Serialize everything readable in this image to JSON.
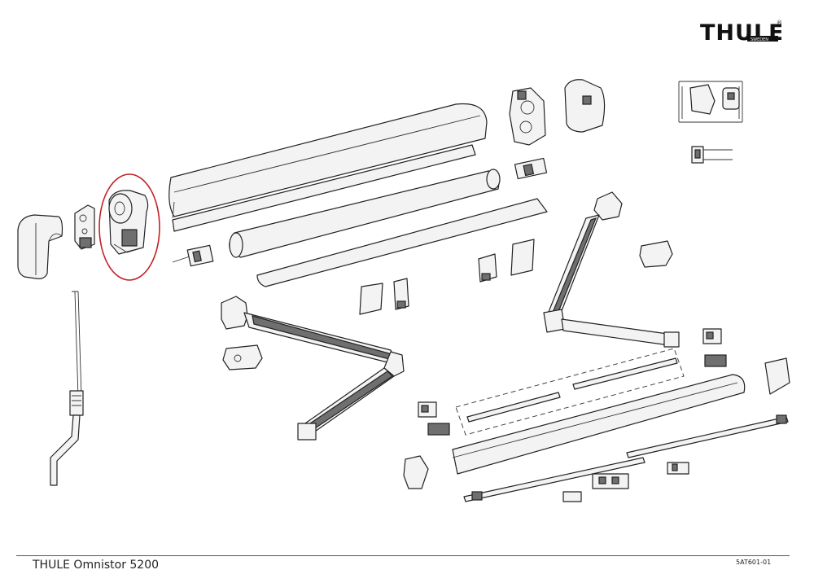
{
  "logo": {
    "wordmark": "THULE",
    "sub": "SWEDEN",
    "reg": "®"
  },
  "footer": {
    "title": "THULE Omnistor 5200",
    "code": "5AT601-01"
  },
  "highlight": {
    "color": "#c42028",
    "part": "crank-side-end-cap"
  },
  "colors": {
    "line": "#222222",
    "fill": "#f3f3f3",
    "arm": "#6f6f6f",
    "background": "#ffffff"
  }
}
